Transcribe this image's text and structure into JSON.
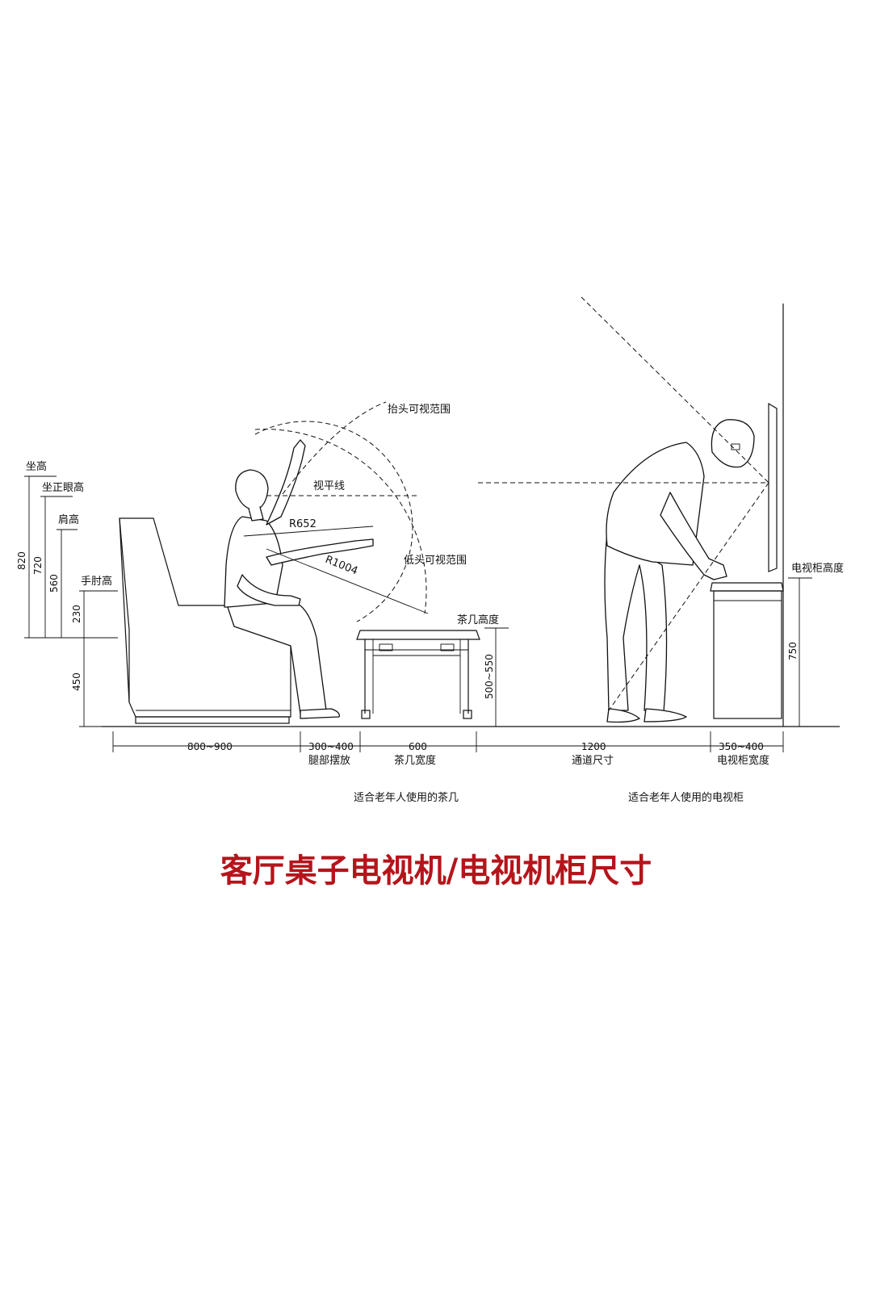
{
  "labels": {
    "sit_height": "坐高",
    "sit_eye_height": "坐正眼高",
    "shoulder_height": "肩高",
    "elbow_height": "手肘高",
    "view_up_range": "抬头可视范围",
    "eye_level": "视平线",
    "view_down_range": "低头可视范围",
    "radius_small": "R652",
    "radius_large": "R1004",
    "table_height": "茶几高度",
    "tv_cabinet_height": "电视柜高度"
  },
  "vertical_dims": {
    "d820": "820",
    "d720": "720",
    "d560": "560",
    "d230": "230",
    "d450": "450",
    "d500_550": "500~550",
    "d750": "750"
  },
  "horizontal_dims": {
    "sofa": "800~900",
    "legs": "300~400",
    "legs_label": "腿部摆放",
    "table": "600",
    "table_label": "茶几宽度",
    "aisle": "1200",
    "aisle_label": "通道尺寸",
    "cabinet": "350~400",
    "cabinet_label": "电视柜宽度"
  },
  "captions": {
    "table_caption": "适合老年人使用的茶几",
    "cabinet_caption": "适合老年人使用的电视柜"
  },
  "title": "客厅桌子电视机/电视机柜尺寸"
}
